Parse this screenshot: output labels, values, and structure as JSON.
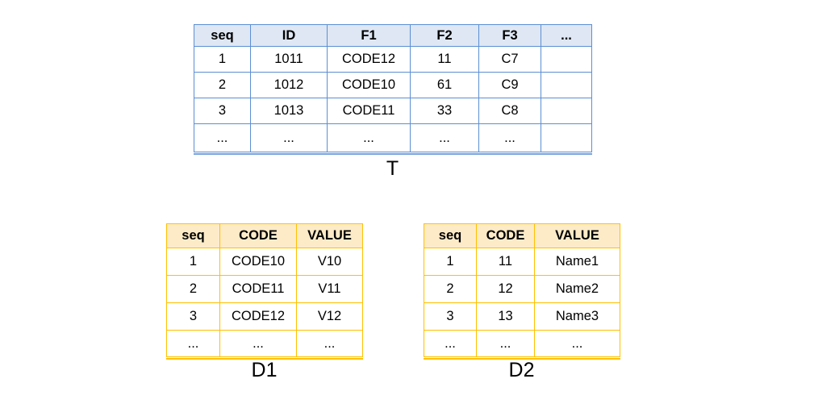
{
  "colors": {
    "background": "#FFFFFF",
    "blue_border": "#5B8FD4",
    "blue_header_fill": "#DEE7F3",
    "orange_border": "#FFC000",
    "orange_header_fill": "#FDEBC8",
    "text": "#000000"
  },
  "tables": {
    "t": {
      "caption": "T",
      "theme": "blue",
      "headers": [
        "seq",
        "ID",
        "F1",
        "F2",
        "F3",
        "..."
      ],
      "rows": [
        [
          "1",
          "1011",
          "CODE12",
          "11",
          "C7",
          ""
        ],
        [
          "2",
          "1012",
          "CODE10",
          "61",
          "C9",
          ""
        ],
        [
          "3",
          "1013",
          "CODE11",
          "33",
          "C8",
          ""
        ],
        [
          "...",
          "...",
          "...",
          "...",
          "...",
          ""
        ]
      ]
    },
    "d1": {
      "caption": "D1",
      "theme": "orange",
      "headers": [
        "seq",
        "CODE",
        "VALUE"
      ],
      "rows": [
        [
          "1",
          "CODE10",
          "V10"
        ],
        [
          "2",
          "CODE11",
          "V11"
        ],
        [
          "3",
          "CODE12",
          "V12"
        ],
        [
          "...",
          "...",
          "..."
        ]
      ]
    },
    "d2": {
      "caption": "D2",
      "theme": "orange",
      "headers": [
        "seq",
        "CODE",
        "VALUE"
      ],
      "rows": [
        [
          "1",
          "11",
          "Name1"
        ],
        [
          "2",
          "12",
          "Name2"
        ],
        [
          "3",
          "13",
          "Name3"
        ],
        [
          "...",
          "...",
          "..."
        ]
      ]
    }
  }
}
